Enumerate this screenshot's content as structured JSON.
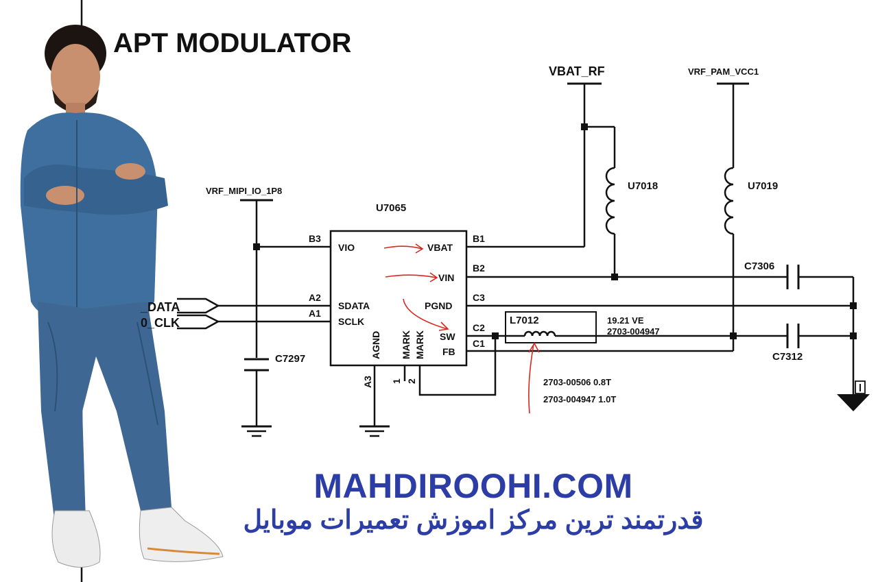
{
  "title": "APT MODULATOR",
  "colors": {
    "ink": "#111111",
    "annotation": "#d8271f",
    "brand": "#2c3da6"
  },
  "nets": {
    "vbat_rf": "VBAT_RF",
    "vrf_pam": "VRF_PAM_VCC1",
    "vrf_mipi": "VRF_MIPI_IO_1P8",
    "data": "_DATA",
    "clk": "0_CLK"
  },
  "ic": {
    "ref": "U7065",
    "pins_left": [
      {
        "ball": "B3",
        "name": "VIO"
      },
      {
        "ball": "A2",
        "name": "SDATA"
      },
      {
        "ball": "A1",
        "name": "SCLK"
      }
    ],
    "pins_right": [
      {
        "ball": "B1",
        "name": "VBAT"
      },
      {
        "ball": "B2",
        "name": "VIN"
      },
      {
        "ball": "C3",
        "name": "PGND"
      },
      {
        "ball": "C2",
        "name": "SW"
      },
      {
        "ball": "C1",
        "name": "FB"
      }
    ],
    "pins_bottom": [
      {
        "ball": "A3",
        "name": "AGND"
      },
      {
        "ball": "1",
        "name": "MARK"
      },
      {
        "ball": "2",
        "name": "MARK"
      }
    ]
  },
  "components": {
    "u7018": "U7018",
    "u7019": "U7019",
    "c7306": "C7306",
    "c7312": "C7312",
    "c7297": "C7297",
    "l7012": "L7012",
    "l7012_note_1": "19.21 VE",
    "l7012_note_2": "2703-004947",
    "part_option_1": "2703-00506 0.8T",
    "part_option_2": "2703-004947 1.0T"
  },
  "brand": {
    "url": "MAHDIROOHI.COM",
    "tagline": "قدرتمند ترین مرکز اموزش تعمیرات موبایل"
  }
}
